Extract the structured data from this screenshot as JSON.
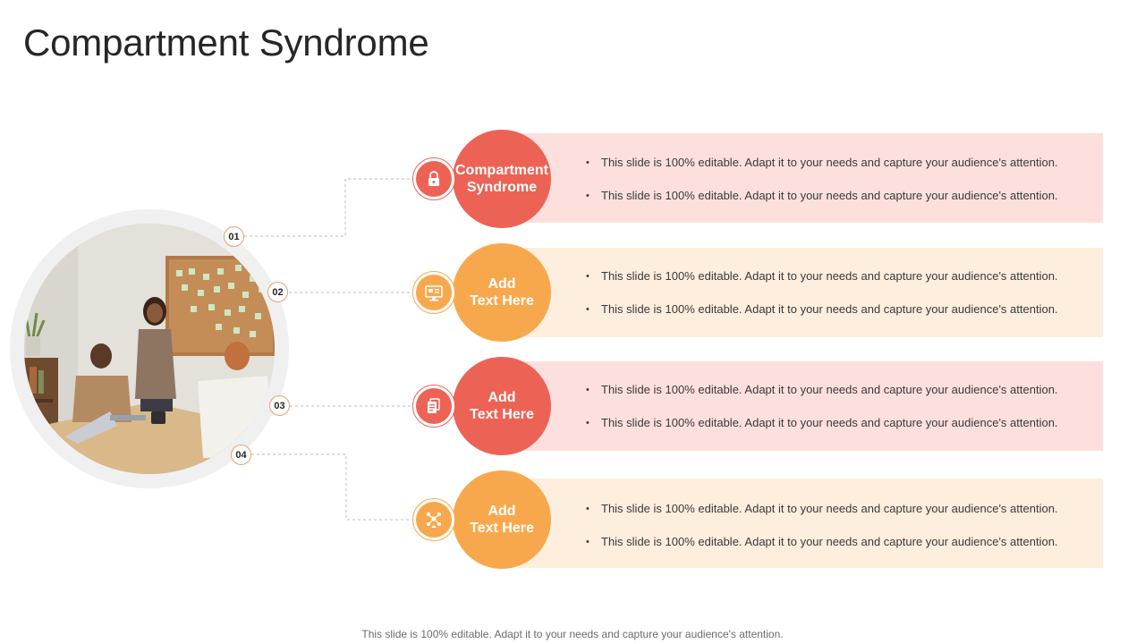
{
  "title": "Compartment Syndrome",
  "footer": "This slide is 100% editable. Adapt it to your needs and capture your audience's attention.",
  "colors": {
    "red": "#ec6356",
    "orange": "#f8a84c",
    "red_band": "#fde0dd",
    "orange_band": "#feeede"
  },
  "items": [
    {
      "number": "01",
      "icon": "lock-icon",
      "heading_line1": "Compartment",
      "heading_line2": "Syndrome",
      "bullets": [
        "This slide is 100% editable. Adapt it to your needs and capture your audience's attention.",
        "This slide is 100% editable. Adapt it to your needs and capture your audience's attention."
      ]
    },
    {
      "number": "02",
      "icon": "monitor-icon",
      "heading_line1": "Add",
      "heading_line2": "Text Here",
      "bullets": [
        "This slide is 100% editable. Adapt it to your needs and capture your audience's attention.",
        "This slide is 100% editable. Adapt it to your needs and capture your audience's attention."
      ]
    },
    {
      "number": "03",
      "icon": "document-stack-icon",
      "heading_line1": "Add",
      "heading_line2": "Text Here",
      "bullets": [
        "This slide is 100% editable. Adapt it to your needs and capture your audience's attention.",
        "This slide is 100% editable. Adapt it to your needs and capture your audience's attention."
      ]
    },
    {
      "number": "04",
      "icon": "team-network-icon",
      "heading_line1": "Add",
      "heading_line2": "Text Here",
      "bullets": [
        "This slide is 100% editable. Adapt it to your needs and capture your audience's attention.",
        "This slide is 100% editable. Adapt it to your needs and capture your audience's attention."
      ]
    }
  ]
}
